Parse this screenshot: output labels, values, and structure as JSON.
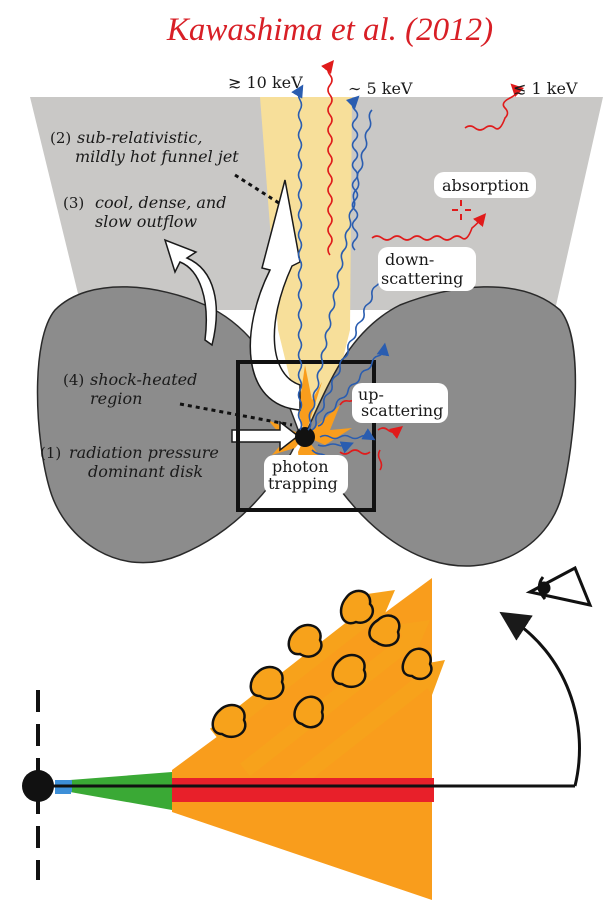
{
  "title": "Kawashima et al. (2012)",
  "colors": {
    "title": "#d81f26",
    "disk": "#8c8c8c",
    "outflow": "#c9c8c6",
    "funnel": "#f7df9a",
    "hard_photon": "#2a5db0",
    "soft_photon": "#e01b1b",
    "orange": "#f99d1c",
    "bright_orange": "#f05a22",
    "red_core": "#e8202a",
    "green": "#3aa935",
    "blue": "#3d8fd8",
    "blob": "#f7a21b",
    "line": "#1a1a1a"
  },
  "energy_labels": {
    "hard": "≳ 10 keV",
    "mid": "∼ 5 keV",
    "soft": "≲ 1 keV"
  },
  "labels": {
    "l2_num": "(2)",
    "l2_line1": "sub-relativistic,",
    "l2_line2": "mildly hot funnel jet",
    "l3_num": "(3)",
    "l3_line1": "cool, dense, and",
    "l3_line2": "slow outflow",
    "l4_num": "(4)",
    "l4_line1": "shock-heated",
    "l4_line2": "region",
    "l1_num": "(1)",
    "l1_line1": "radiation pressure",
    "l1_line2": "dominant disk",
    "absorption": "absorption",
    "down_1": "down-",
    "down_2": "scattering",
    "up_1": "up-",
    "up_2": "scattering",
    "photon_1": "photon",
    "photon_2": "trapping"
  },
  "icons": [
    "eye-icon",
    "black-hole-icon"
  ]
}
